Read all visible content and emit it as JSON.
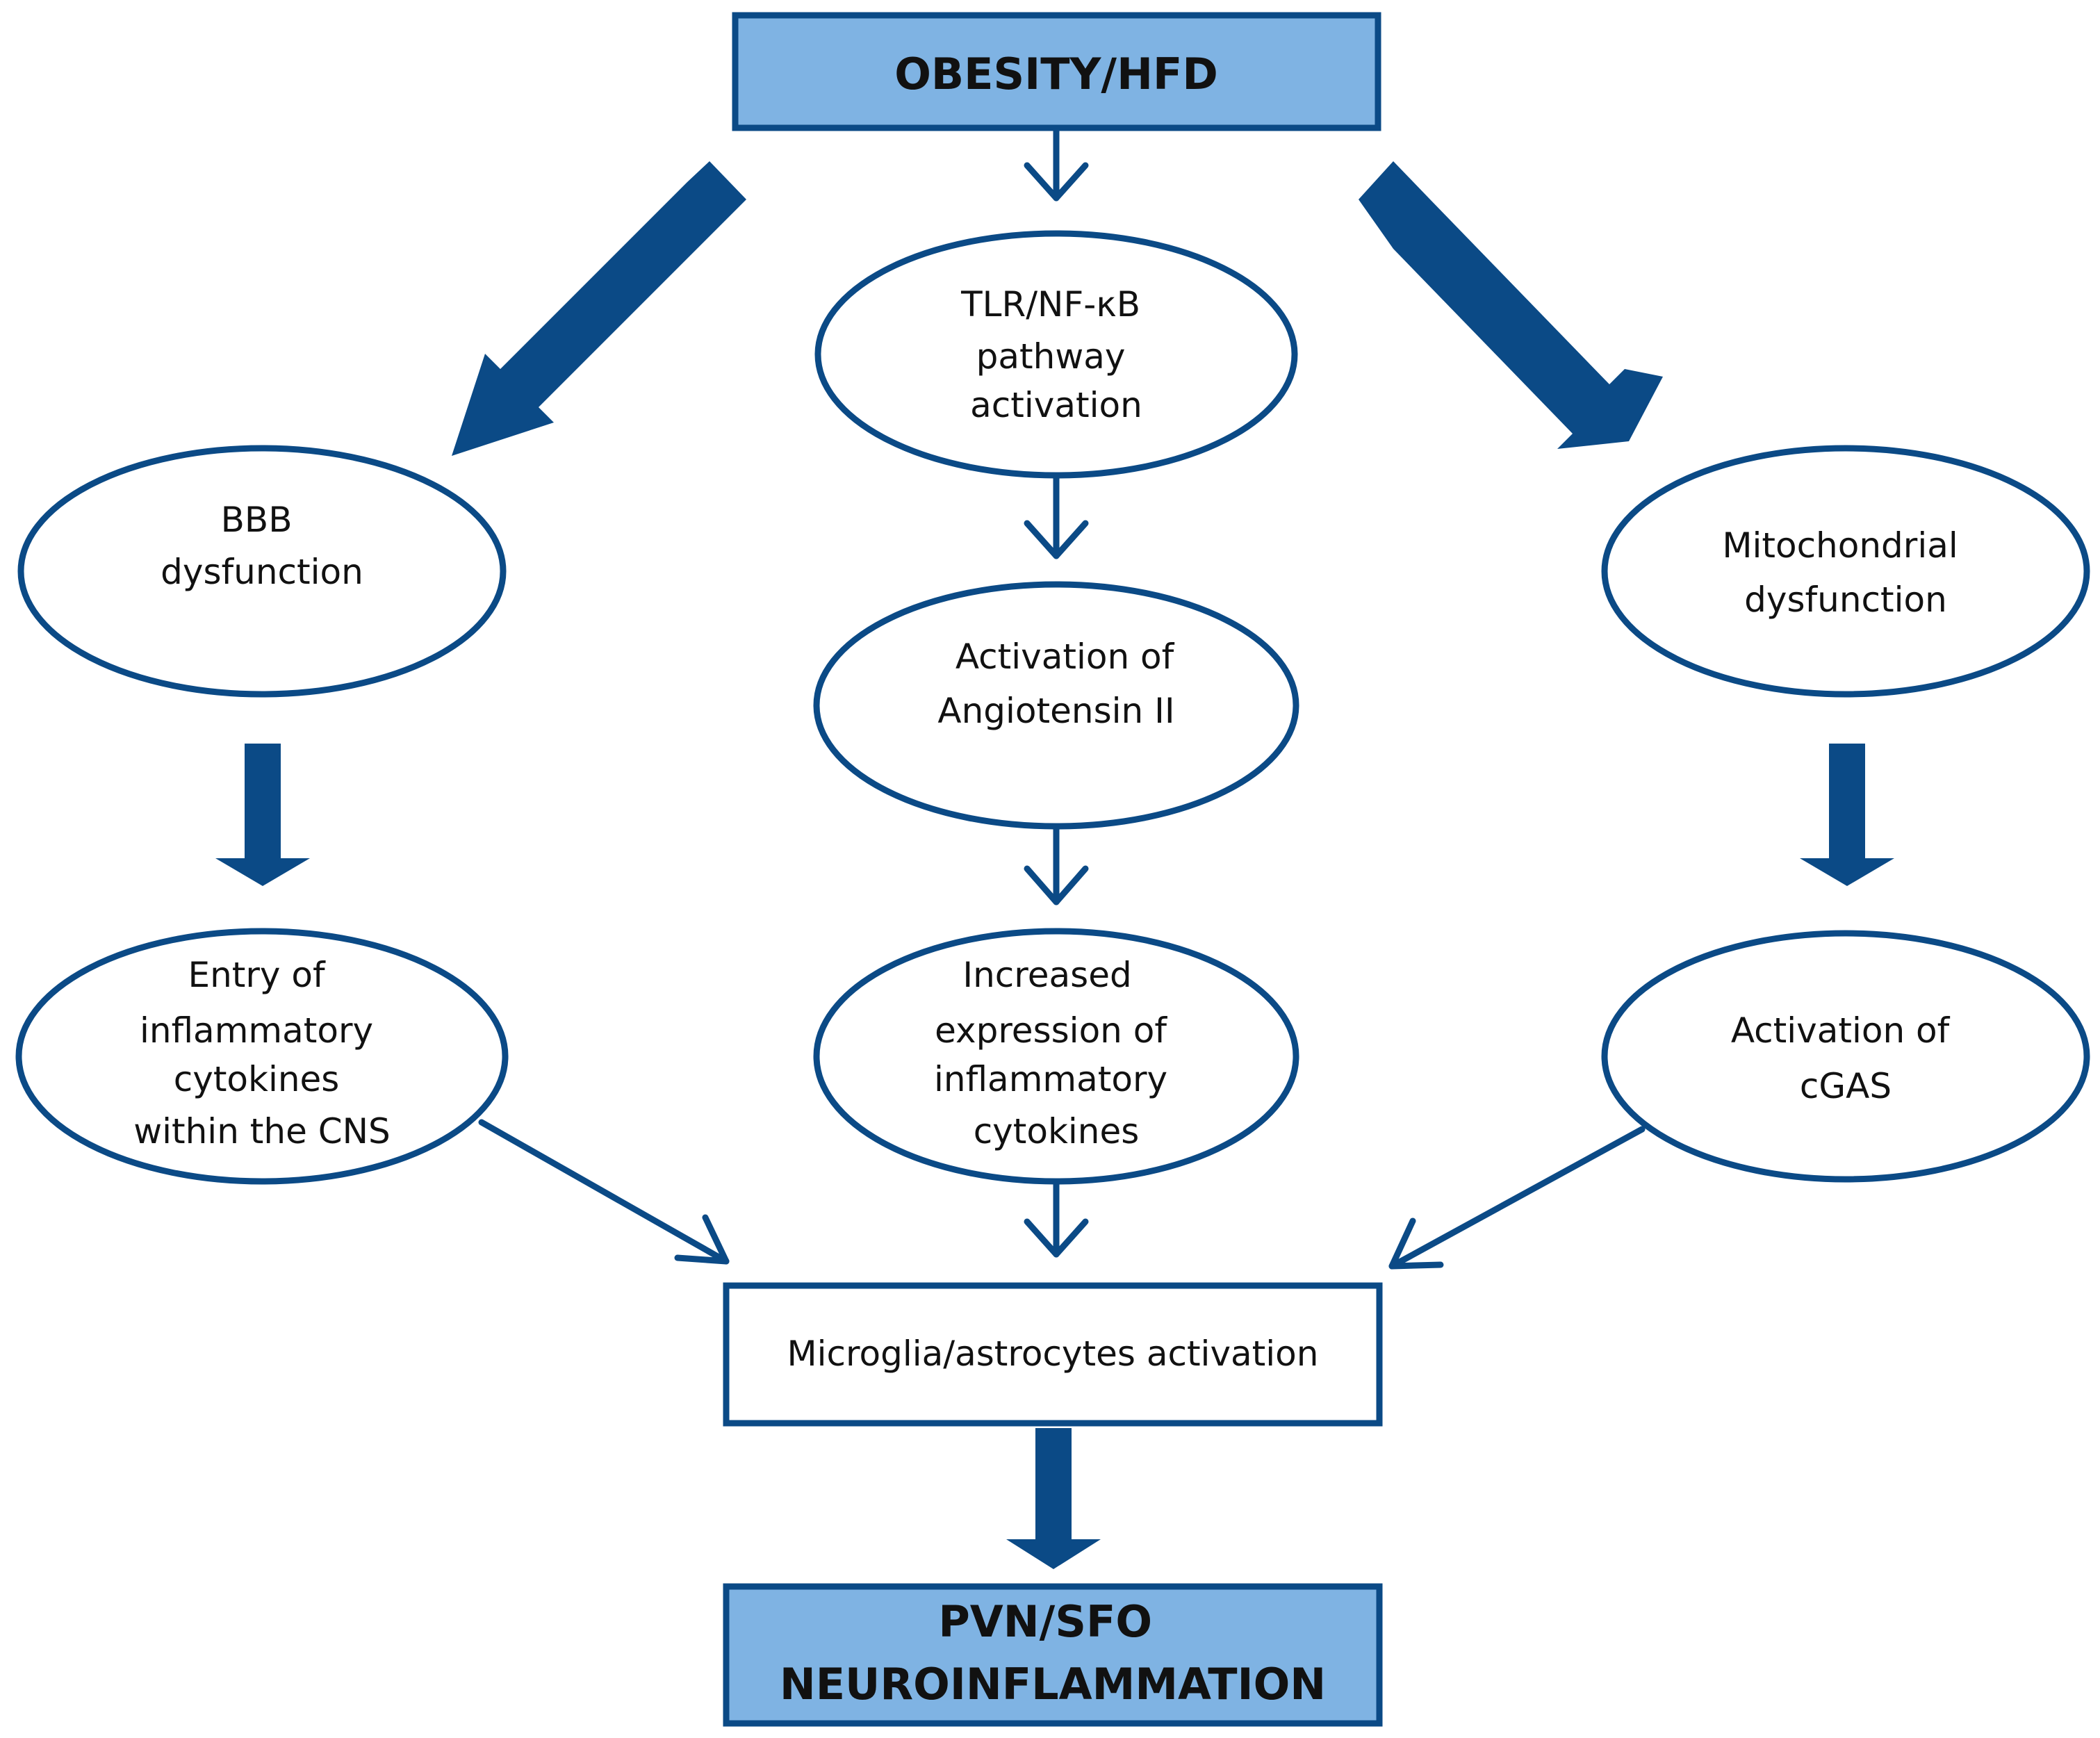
{
  "colors": {
    "stroke": "#0b4a86",
    "box_fill": "#7fb3e3",
    "oval_fill": "#ffffff",
    "text": "#111111"
  },
  "nodes": {
    "top": {
      "lines": [
        "OBESITY/HFD"
      ]
    },
    "tlr": {
      "lines": [
        "TLR/NF-κB",
        "pathway",
        "activation"
      ]
    },
    "bbb": {
      "lines": [
        "BBB",
        "dysfunction"
      ]
    },
    "mito": {
      "lines": [
        "Mitochondrial",
        "dysfunction"
      ]
    },
    "angio": {
      "lines": [
        "Activation of",
        "Angiotensin II"
      ]
    },
    "entry": {
      "lines": [
        "Entry of",
        "inflammatory",
        "cytokines",
        "within the CNS"
      ]
    },
    "increased": {
      "lines": [
        "Increased",
        "expression of",
        "inflammatory",
        "cytokines"
      ]
    },
    "cgas": {
      "lines": [
        "Activation of",
        "cGAS"
      ]
    },
    "microglia": {
      "lines": [
        "Microglia/astrocytes activation"
      ]
    },
    "bottom": {
      "lines": [
        "PVN/SFO",
        "NEUROINFLAMMATION"
      ]
    }
  }
}
